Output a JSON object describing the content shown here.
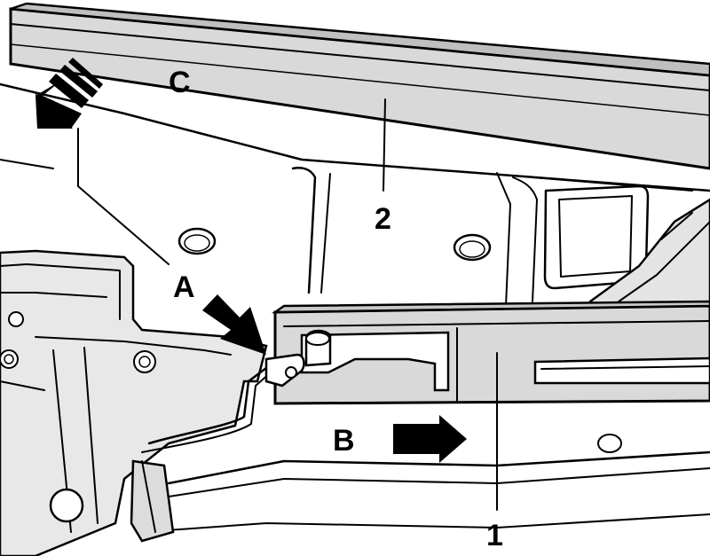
{
  "labels": {
    "c": "C",
    "two": "2",
    "a": "A",
    "b": "B",
    "one": "1"
  },
  "colors": {
    "face": "#d9d9d9",
    "face_dark": "#bfbfbf",
    "background": "#ffffff",
    "ink": "#000000"
  }
}
